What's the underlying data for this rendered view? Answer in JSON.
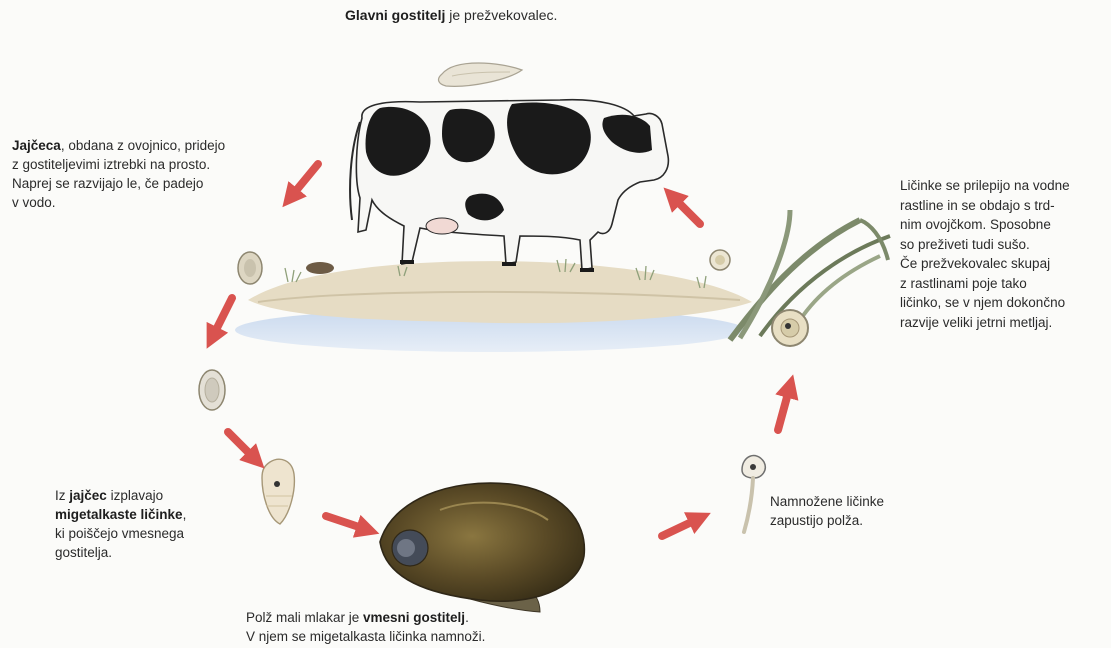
{
  "title": {
    "bold": "Glavni gostitelj",
    "rest": " je prežvekovalec."
  },
  "eggs_note": {
    "bold": "Jajčeca",
    "line1_rest": ", obdana z ovojnico, pridejo",
    "line2": "z gostiteljevimi iztrebki na prosto.",
    "line3": "Naprej se razvijajo le, če padejo",
    "line4": "v vodo."
  },
  "larvae_plant_note": {
    "lines": [
      "Ličinke se prilepijo na vodne",
      "rastline in se obdajo s trd-",
      "nim ovojčkom. Sposobne",
      "so preživeti tudi sušo.",
      "Če prežvekovalec skupaj",
      "z rastlinami poje tako",
      "ličinko, se v njem dokončno",
      "razvije veliki jetrni metljaj."
    ]
  },
  "miracidia_note": {
    "line1_plain": "Iz ",
    "line1_bold": "jajčec",
    "line1_rest": " izplavajo",
    "line2_bold": "migetalkaste ličinke",
    "line2_rest": ",",
    "line3": "ki poiščejo vmesnega",
    "line4": "gostitelja."
  },
  "cercariae_note": {
    "line1": "Namnožene ličinke",
    "line2": "zapustijo polža."
  },
  "snail_note": {
    "line1_plain": "Polž mali mlakar je ",
    "line1_bold": "vmesni gostitelj",
    "line1_end": ".",
    "line2": "V njem se migetalkasta ličinka namnoži."
  },
  "colors": {
    "arrow": "#d9534f",
    "water": "#b9cde6",
    "ground": "#e6dcc4",
    "snail_shell": "#5a4a26",
    "egg": "#c9c2ad",
    "plant": "#7c8a6a"
  }
}
